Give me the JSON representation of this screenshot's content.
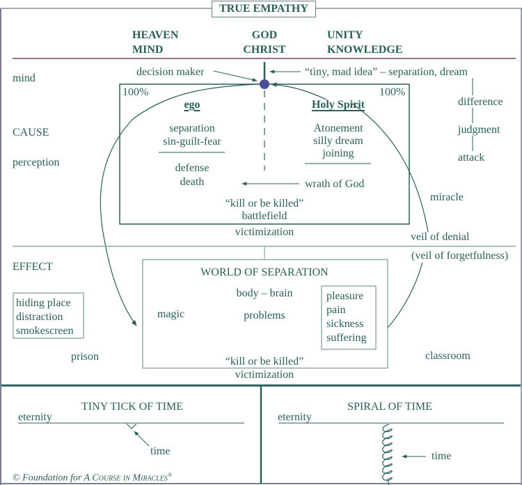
{
  "title": "TRUE EMPATHY",
  "header": {
    "left": [
      "HEAVEN",
      "MIND"
    ],
    "center": [
      "GOD",
      "CHRIST"
    ],
    "right": [
      "UNITY",
      "KNOWLEDGE"
    ]
  },
  "left_labels": {
    "mind": "mind",
    "cause": "CAUSE",
    "perception": "perception",
    "effect": "EFFECT",
    "prison": "prison"
  },
  "top": {
    "decision_maker": "decision maker",
    "tiny_mad_idea": "“tiny, mad idea” – separation, dream"
  },
  "right_chain": [
    "difference",
    "judgment",
    "attack"
  ],
  "mind_box": {
    "percent_left": "100%",
    "percent_right": "100%",
    "ego": {
      "heading": "ego",
      "above_line": [
        "separation",
        "sin-guilt-fear"
      ],
      "below_line": [
        "defense",
        "death"
      ]
    },
    "holy_spirit": {
      "heading": "Holy Spirit",
      "above_line": [
        "Atonement",
        "silly dream",
        "joining"
      ]
    },
    "wrath": "wrath of God",
    "bottom": [
      "“kill or be killed”",
      "battlefield"
    ]
  },
  "victimization_top": "victimization",
  "miracle": "miracle",
  "veil_of_denial": "veil of denial",
  "veil_of_forgetfulness": "(veil of forgetfulness)",
  "left_box": [
    "hiding place",
    "distraction",
    "smokescreen"
  ],
  "world": {
    "title": "WORLD OF SEPARATION",
    "body_brain": "body – brain",
    "magic": "magic",
    "problems": "problems",
    "kill": "“kill or be killed”",
    "inner_box": [
      "pleasure",
      "pain",
      "sickness",
      "suffering"
    ]
  },
  "victimization_bottom": "victimization",
  "classroom": "classroom",
  "bottom_left": {
    "title": "TINY TICK OF TIME",
    "eternity": "eternity",
    "time": "time"
  },
  "bottom_right": {
    "title": "SPIRAL OF TIME",
    "eternity": "eternity",
    "time": "time"
  },
  "copyright": {
    "prefix": "© Foundation for A ",
    "course": "Course in Miracles",
    "reg": "®"
  },
  "colors": {
    "teal": "#2a5e58",
    "mauve_rule": "#9a7090",
    "node": "#4a4f9a",
    "frame": "#7a7f90"
  }
}
